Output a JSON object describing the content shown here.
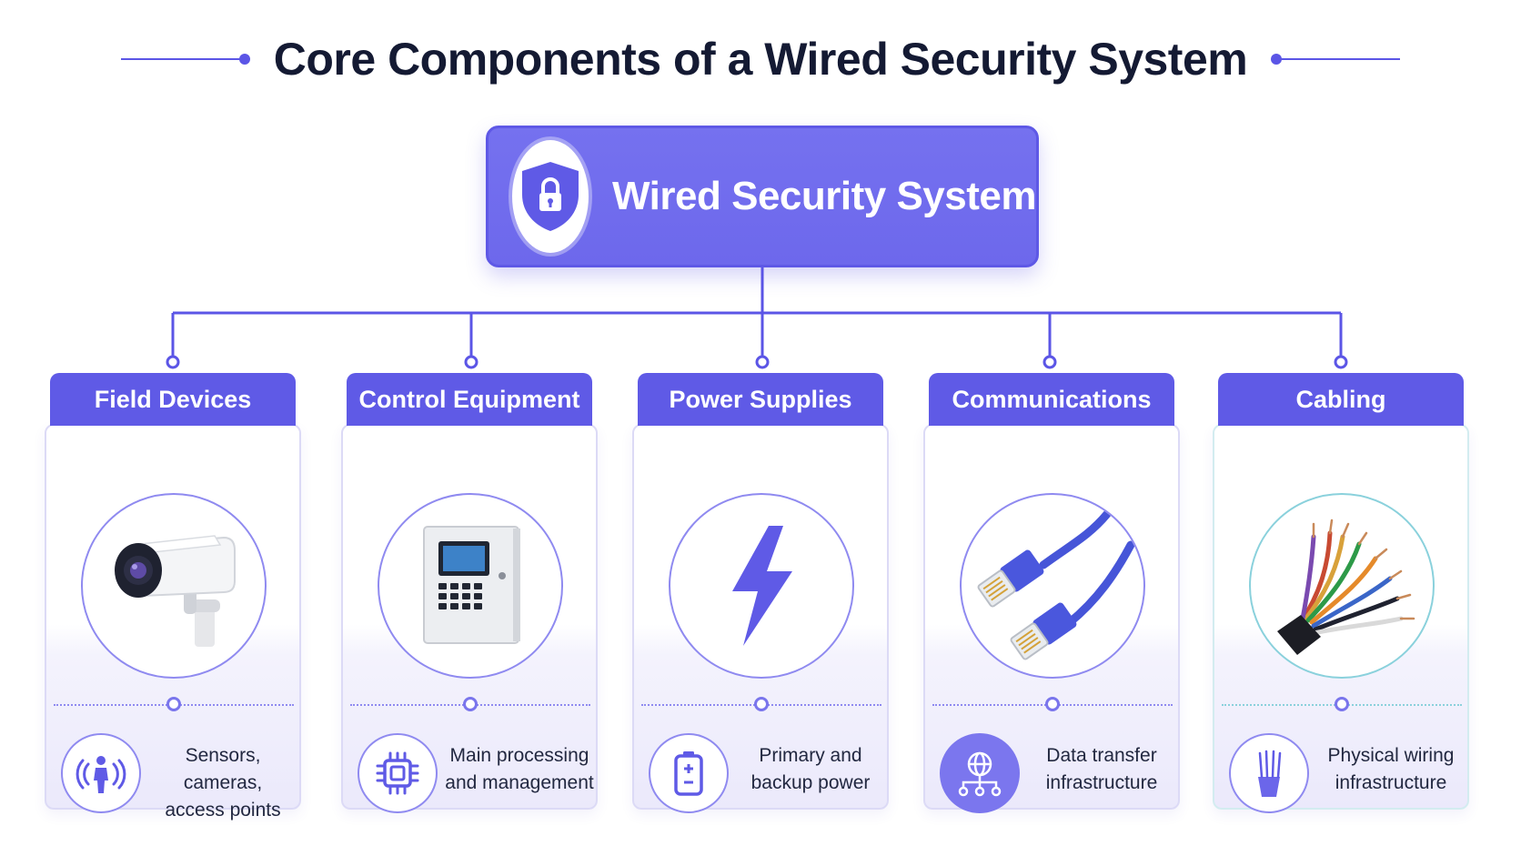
{
  "header": {
    "title": "Core Components of a Wired Security System"
  },
  "root": {
    "label": "Wired Security System",
    "icon": "shield-lock-icon"
  },
  "colors": {
    "primary": "#5f5ae6",
    "root_fill": "#7571ef",
    "title_text": "#141a33",
    "body_text": "#222840",
    "accent_teal": "#8ad1dc"
  },
  "components": [
    {
      "title": "Field Devices",
      "image": "security-camera-image",
      "icon": "person-motion-sensor-icon",
      "description_lines": [
        "Sensors, cameras,",
        "access points"
      ]
    },
    {
      "title": "Control Equipment",
      "image": "control-panel-image",
      "icon": "processor-chip-icon",
      "description_lines": [
        "Main processing",
        "and management"
      ]
    },
    {
      "title": "Power Supplies",
      "image": "lightning-bolt-image",
      "icon": "battery-icon",
      "description_lines": [
        "Primary and",
        "backup power"
      ]
    },
    {
      "title": "Communications",
      "image": "ethernet-cables-image",
      "icon": "network-globe-icon",
      "description_lines": [
        "Data transfer",
        "infrastructure"
      ]
    },
    {
      "title": "Cabling",
      "image": "multicolor-wire-bundle-image",
      "icon": "wire-bundle-icon",
      "description_lines": [
        "Physical wiring",
        "infrastructure"
      ]
    }
  ]
}
